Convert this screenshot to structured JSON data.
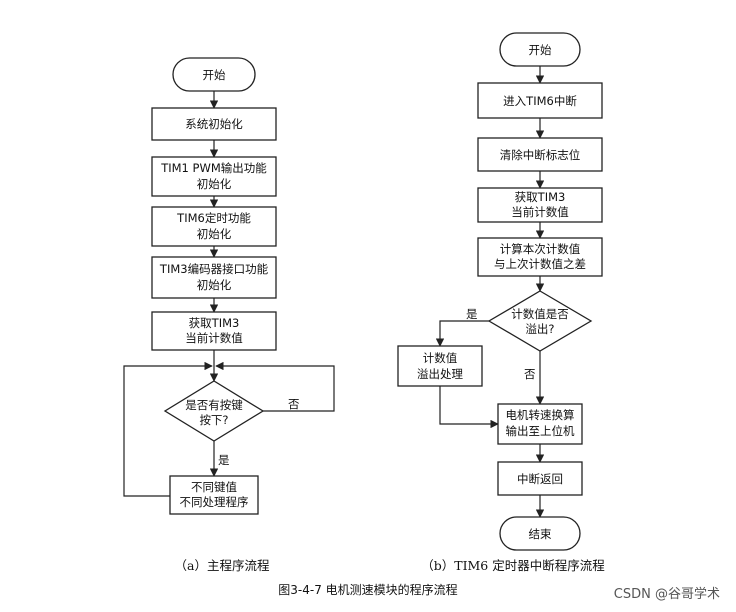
{
  "left_flow": {
    "start": "开始",
    "init": "系统初始化",
    "pwm_init": [
      "TIM1 PWM输出功能",
      "初始化"
    ],
    "tim6_init": [
      "TIM6定时功能",
      "初始化"
    ],
    "tim3_init": [
      "TIM3编码器接口功能",
      "初始化"
    ],
    "get_count": [
      "获取TIM3",
      "当前计数值"
    ],
    "decision": [
      "是否有按键",
      "按下?"
    ],
    "yes": "是",
    "no": "否",
    "handler": [
      "不同键值",
      "不同处理程序"
    ],
    "caption": "（a）主程序流程"
  },
  "right_flow": {
    "start": "开始",
    "enter_int": "进入TIM6中断",
    "clear_flag": "清除中断标志位",
    "get_count": [
      "获取TIM3",
      "当前计数值"
    ],
    "calc": [
      "计算本次计数值",
      "与上次计数值之差"
    ],
    "decision": [
      "计数值是否",
      "溢出?"
    ],
    "yes": "是",
    "no": "否",
    "overflow": [
      "计数值",
      "溢出处理"
    ],
    "convert": [
      "电机转速换算",
      "输出至上位机"
    ],
    "int_return": "中断返回",
    "end": "结束",
    "caption": "（b）TIM6 定时器中断程序流程"
  },
  "figure_caption": "图3-4-7   电机测速模块的程序流程",
  "watermark": "CSDN @谷哥学术"
}
